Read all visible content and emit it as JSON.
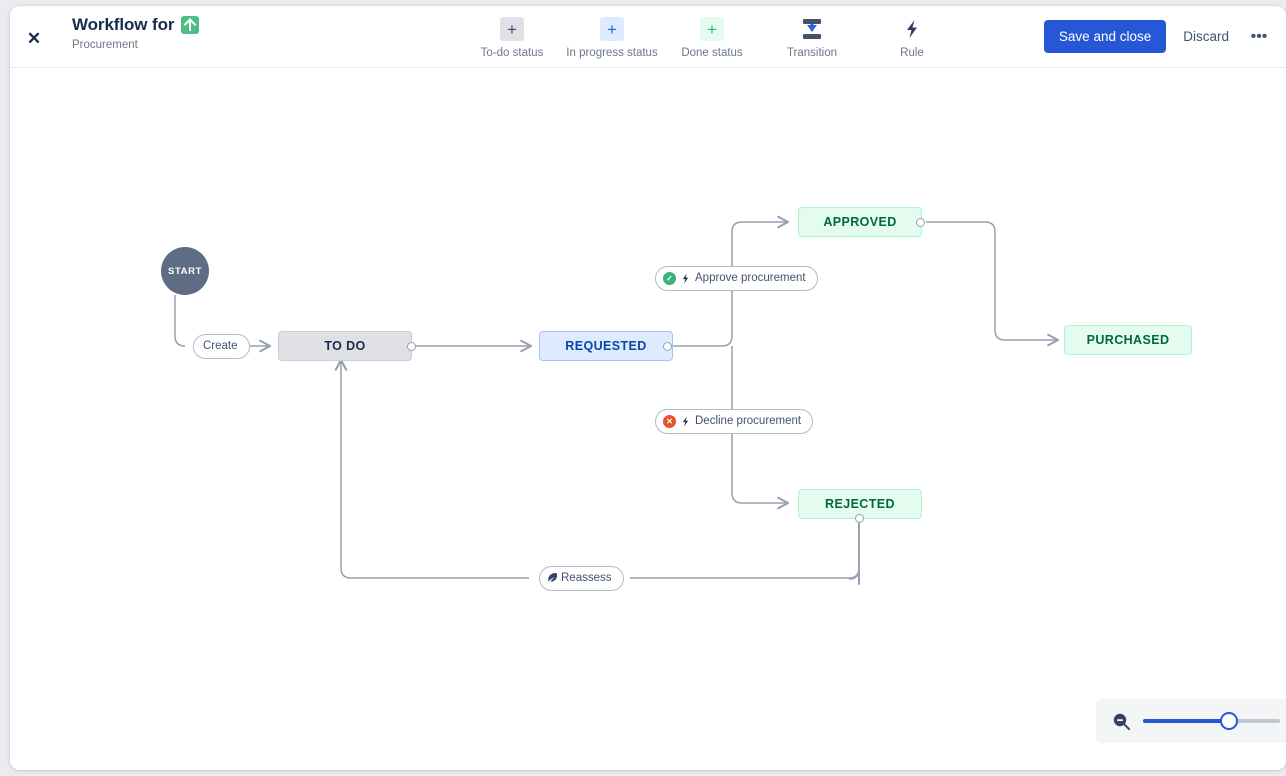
{
  "header": {
    "close_label": "✕",
    "title": "Workflow for",
    "priority_icon": "priority-highest-icon",
    "subtitle": "Procurement",
    "tools": [
      {
        "label": "To-do status",
        "glyph": "+",
        "icon": "add-todo-status-icon"
      },
      {
        "label": "In progress status",
        "glyph": "+",
        "icon": "add-in-progress-status-icon"
      },
      {
        "label": "Done status",
        "glyph": "+",
        "icon": "add-done-status-icon"
      },
      {
        "label": "Transition",
        "glyph": "",
        "icon": "add-transition-icon"
      },
      {
        "label": "Rule",
        "glyph": "",
        "icon": "add-rule-icon"
      }
    ],
    "save_label": "Save and close",
    "discard_label": "Discard",
    "more_label": "•••"
  },
  "canvas": {
    "start_label": "START",
    "nodes": [
      {
        "id": "todo",
        "label": "TO DO",
        "category": "to-do"
      },
      {
        "id": "requested",
        "label": "REQUESTED",
        "category": "in-progress"
      },
      {
        "id": "approved",
        "label": "APPROVED",
        "category": "done"
      },
      {
        "id": "rejected",
        "label": "REJECTED",
        "category": "done"
      },
      {
        "id": "purchased",
        "label": "PURCHASED",
        "category": "done"
      }
    ],
    "transitions": [
      {
        "id": "create",
        "label": "Create",
        "from": "start",
        "to": "todo",
        "status_icon": "none",
        "has_rule": false
      },
      {
        "id": "approve",
        "label": "Approve procurement",
        "from": "requested",
        "to": "approved",
        "status_icon": "check-circle-icon",
        "has_rule": true
      },
      {
        "id": "decline",
        "label": "Decline procurement",
        "from": "requested",
        "to": "rejected",
        "status_icon": "cross-circle-icon",
        "has_rule": true
      },
      {
        "id": "reassess",
        "label": "Reassess",
        "from": "rejected",
        "to": "todo",
        "status_icon": "transition-glyph-icon",
        "has_rule": false
      }
    ],
    "plain_edges": [
      {
        "from": "todo",
        "to": "requested"
      },
      {
        "from": "approved",
        "to": "purchased"
      }
    ]
  },
  "zoom": {
    "zoom_out_icon": "zoom-out-icon",
    "level_percent": 63
  },
  "colors": {
    "accent": "#2557d6",
    "todo": "#dfe1e6",
    "in_progress": "#deebff",
    "done": "#e3fcef",
    "start": "#5e6c84",
    "edge": "#97a0af",
    "success": "#36b37e",
    "danger": "#e8542a"
  }
}
